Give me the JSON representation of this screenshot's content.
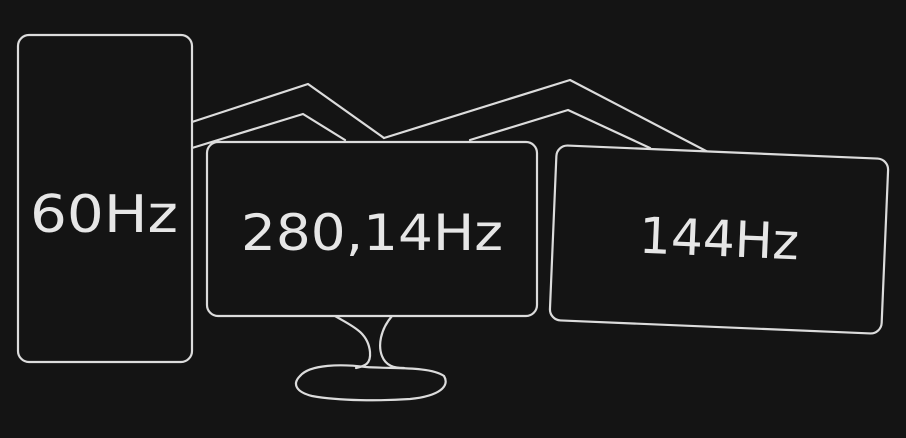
{
  "monitors": [
    {
      "name": "left-monitor",
      "label": "60Hz",
      "orientation": "portrait"
    },
    {
      "name": "center-monitor",
      "label": "280,14Hz",
      "orientation": "landscape"
    },
    {
      "name": "right-monitor",
      "label": "144Hz",
      "orientation": "landscape"
    }
  ],
  "colors": {
    "background": "#141414",
    "stroke": "#dcdcdc",
    "text": "#e6e6e6"
  }
}
